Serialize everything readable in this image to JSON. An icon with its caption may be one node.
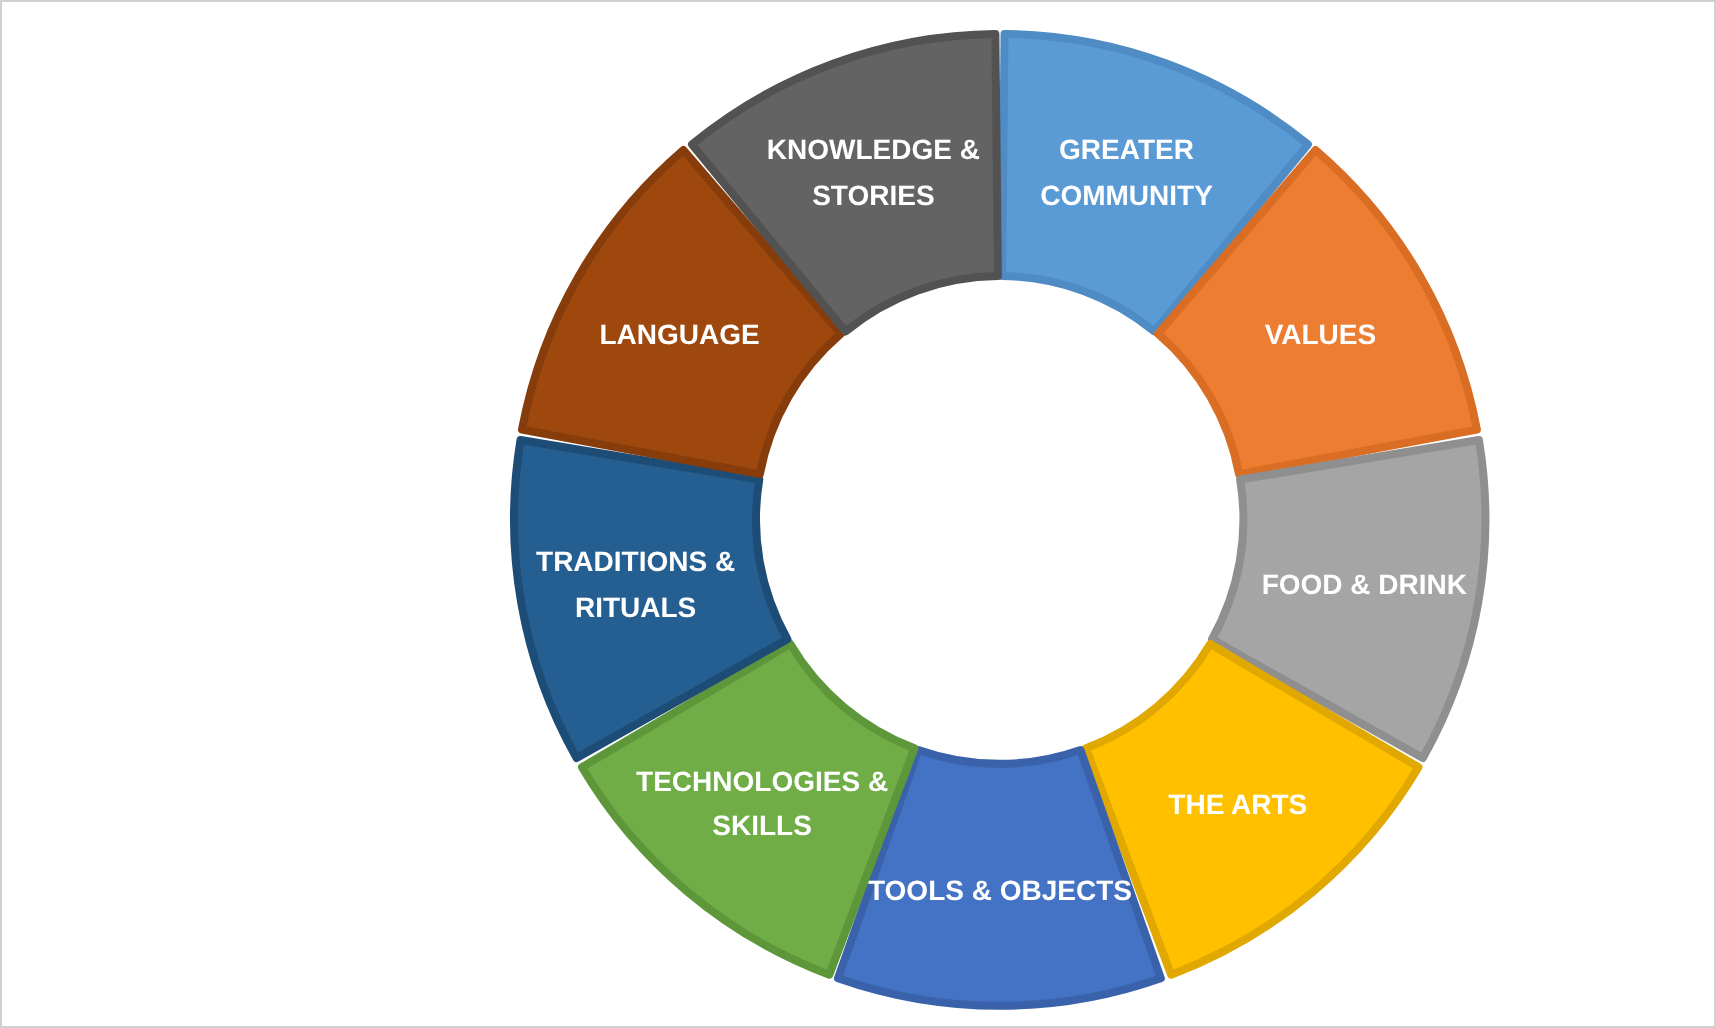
{
  "diagram": {
    "nodes": [
      {
        "text": [
          "GREATER COMMUNITY"
        ]
      },
      {
        "text": [
          "VALUES"
        ]
      },
      {
        "text": [
          "FOOD & DRINK"
        ]
      },
      {
        "text": [
          "THE ARTS"
        ]
      },
      {
        "text": [
          "TOOLS & OBJECTS"
        ]
      },
      {
        "text": [
          "TECHNOLOGIES & SKILLS"
        ]
      },
      {
        "text": [
          "TRADITIONS & RITUALS"
        ]
      },
      {
        "text": [
          "LANGUAGE"
        ]
      },
      {
        "text": [
          "KNOWLEDGE & STORIES"
        ]
      }
    ]
  }
}
